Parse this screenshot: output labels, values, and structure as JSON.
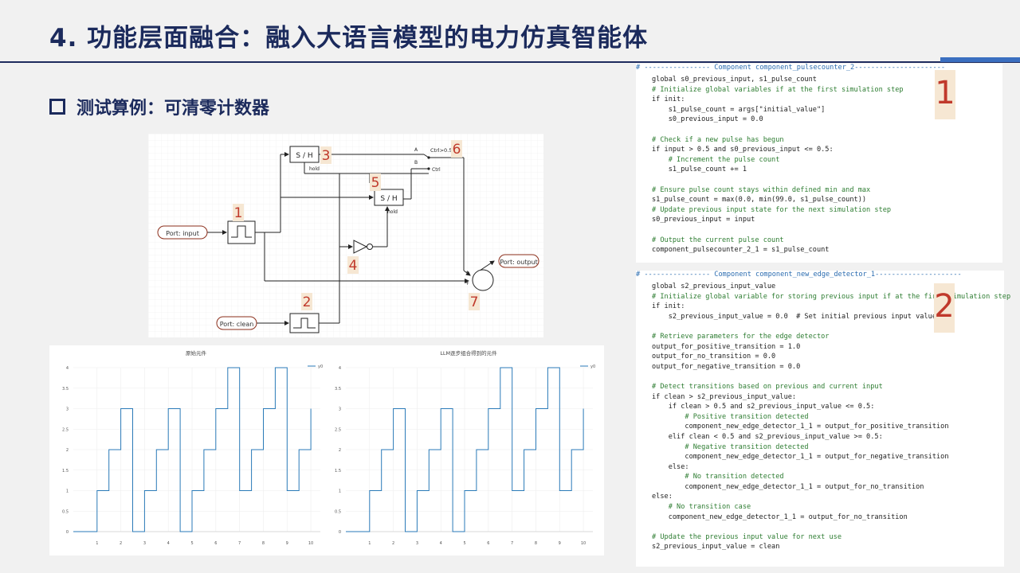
{
  "title": "4. 功能层面融合：融入大语言模型的电力仿真智能体",
  "subsection": "测试算例：可清零计数器",
  "circuit": {
    "port_input": "Port: input",
    "port_clean": "Port: clean",
    "port_output": "Port: output",
    "sh_label": "S / H",
    "hold_label": "hold",
    "switch_label": "Ctrl>0.5",
    "switch_a": "A",
    "switch_b": "B",
    "ctrl_label": "Ctrl",
    "sum_plus": "+",
    "sum_minus": "+",
    "markers": [
      "1",
      "2",
      "3",
      "4",
      "5",
      "6",
      "7"
    ]
  },
  "chart_data": [
    {
      "type": "line",
      "title": "原始元件",
      "legend": "y0",
      "x_ticks": [
        "1",
        "2",
        "3",
        "4",
        "5",
        "6",
        "7",
        "8",
        "9",
        "10"
      ],
      "y_ticks": [
        "0",
        "0.5",
        "1",
        "1.5",
        "2",
        "2.5",
        "3",
        "3.5",
        "4"
      ],
      "ylim": [
        0,
        4
      ],
      "xlim": [
        0,
        10.4
      ],
      "series": [
        {
          "name": "y0",
          "x": [
            0,
            1,
            1,
            1.5,
            1.5,
            2,
            2,
            2.5,
            2.5,
            3,
            3,
            3.5,
            3.5,
            4,
            4,
            4.5,
            4.5,
            5,
            5,
            5.5,
            5.5,
            6,
            6,
            6.5,
            6.5,
            7,
            7,
            7.5,
            7.5,
            8,
            8,
            8.5,
            8.5,
            9,
            9,
            9.5,
            9.5,
            10,
            10
          ],
          "y": [
            0,
            0,
            1,
            1,
            2,
            2,
            3,
            3,
            0,
            0,
            1,
            1,
            2,
            2,
            3,
            3,
            0,
            0,
            1,
            1,
            2,
            2,
            3,
            3,
            4,
            4,
            1,
            1,
            2,
            2,
            3,
            3,
            4,
            4,
            1,
            1,
            2,
            2,
            3
          ]
        }
      ]
    },
    {
      "type": "line",
      "title": "LLM逐步组合得到的元件",
      "legend": "y0",
      "x_ticks": [
        "1",
        "2",
        "3",
        "4",
        "5",
        "6",
        "7",
        "8",
        "9",
        "10"
      ],
      "y_ticks": [
        "0",
        "0.5",
        "1",
        "1.5",
        "2",
        "2.5",
        "3",
        "3.5",
        "4"
      ],
      "ylim": [
        0,
        4
      ],
      "xlim": [
        0,
        10.4
      ],
      "series": [
        {
          "name": "y0",
          "x": [
            0,
            1,
            1,
            1.5,
            1.5,
            2,
            2,
            2.5,
            2.5,
            3,
            3,
            3.5,
            3.5,
            4,
            4,
            4.5,
            4.5,
            5,
            5,
            5.5,
            5.5,
            6,
            6,
            6.5,
            6.5,
            7,
            7,
            7.5,
            7.5,
            8,
            8,
            8.5,
            8.5,
            9,
            9,
            9.5,
            9.5,
            10,
            10
          ],
          "y": [
            0,
            0,
            1,
            1,
            2,
            2,
            3,
            3,
            0,
            0,
            1,
            1,
            2,
            2,
            3,
            3,
            0,
            0,
            1,
            1,
            2,
            2,
            3,
            3,
            4,
            4,
            1,
            1,
            2,
            2,
            3,
            3,
            4,
            4,
            1,
            1,
            2,
            2,
            3
          ]
        }
      ]
    }
  ],
  "code1": {
    "separator": "# ---------------- Component component_pulsecounter_2----------------------",
    "badge": "1",
    "lines": [
      "global s0_previous_input, s1_pulse_count",
      "# Initialize global variables if at the first simulation step",
      "if init:",
      "    s1_pulse_count = args[\"initial_value\"]",
      "    s0_previous_input = 0.0",
      "",
      "# Check if a new pulse has begun",
      "if input > 0.5 and s0_previous_input <= 0.5:",
      "    # Increment the pulse count",
      "    s1_pulse_count += 1",
      "",
      "# Ensure pulse count stays within defined min and max",
      "s1_pulse_count = max(0.0, min(99.0, s1_pulse_count))",
      "# Update previous input state for the next simulation step",
      "s0_previous_input = input",
      "",
      "# Output the current pulse count",
      "component_pulsecounter_2_1 = s1_pulse_count"
    ]
  },
  "code2": {
    "separator": "# ---------------- Component component_new_edge_detector_1---------------------",
    "badge": "2",
    "lines": [
      "global s2_previous_input_value",
      "# Initialize global variable for storing previous input if at the first simulation step",
      "if init:",
      "    s2_previous_input_value = 0.0  # Set initial previous input value",
      "",
      "# Retrieve parameters for the edge detector",
      "output_for_positive_transition = 1.0",
      "output_for_no_transition = 0.0",
      "output_for_negative_transition = 0.0",
      "",
      "# Detect transitions based on previous and current input",
      "if clean > s2_previous_input_value:",
      "    if clean > 0.5 and s2_previous_input_value <= 0.5:",
      "        # Positive transition detected",
      "        component_new_edge_detector_1_1 = output_for_positive_transition",
      "    elif clean < 0.5 and s2_previous_input_value >= 0.5:",
      "        # Negative transition detected",
      "        component_new_edge_detector_1_1 = output_for_negative_transition",
      "    else:",
      "        # No transition detected",
      "        component_new_edge_detector_1_1 = output_for_no_transition",
      "else:",
      "    # No transition case",
      "    component_new_edge_detector_1_1 = output_for_no_transition",
      "",
      "# Update the previous input value for next use",
      "s2_previous_input_value = clean"
    ]
  },
  "colors": {
    "title": "#1b2a5c",
    "accent": "#3b6fc0",
    "marker": "#c0392b",
    "plot_line": "#2a7ab8",
    "port_border": "#8b2e1a"
  }
}
